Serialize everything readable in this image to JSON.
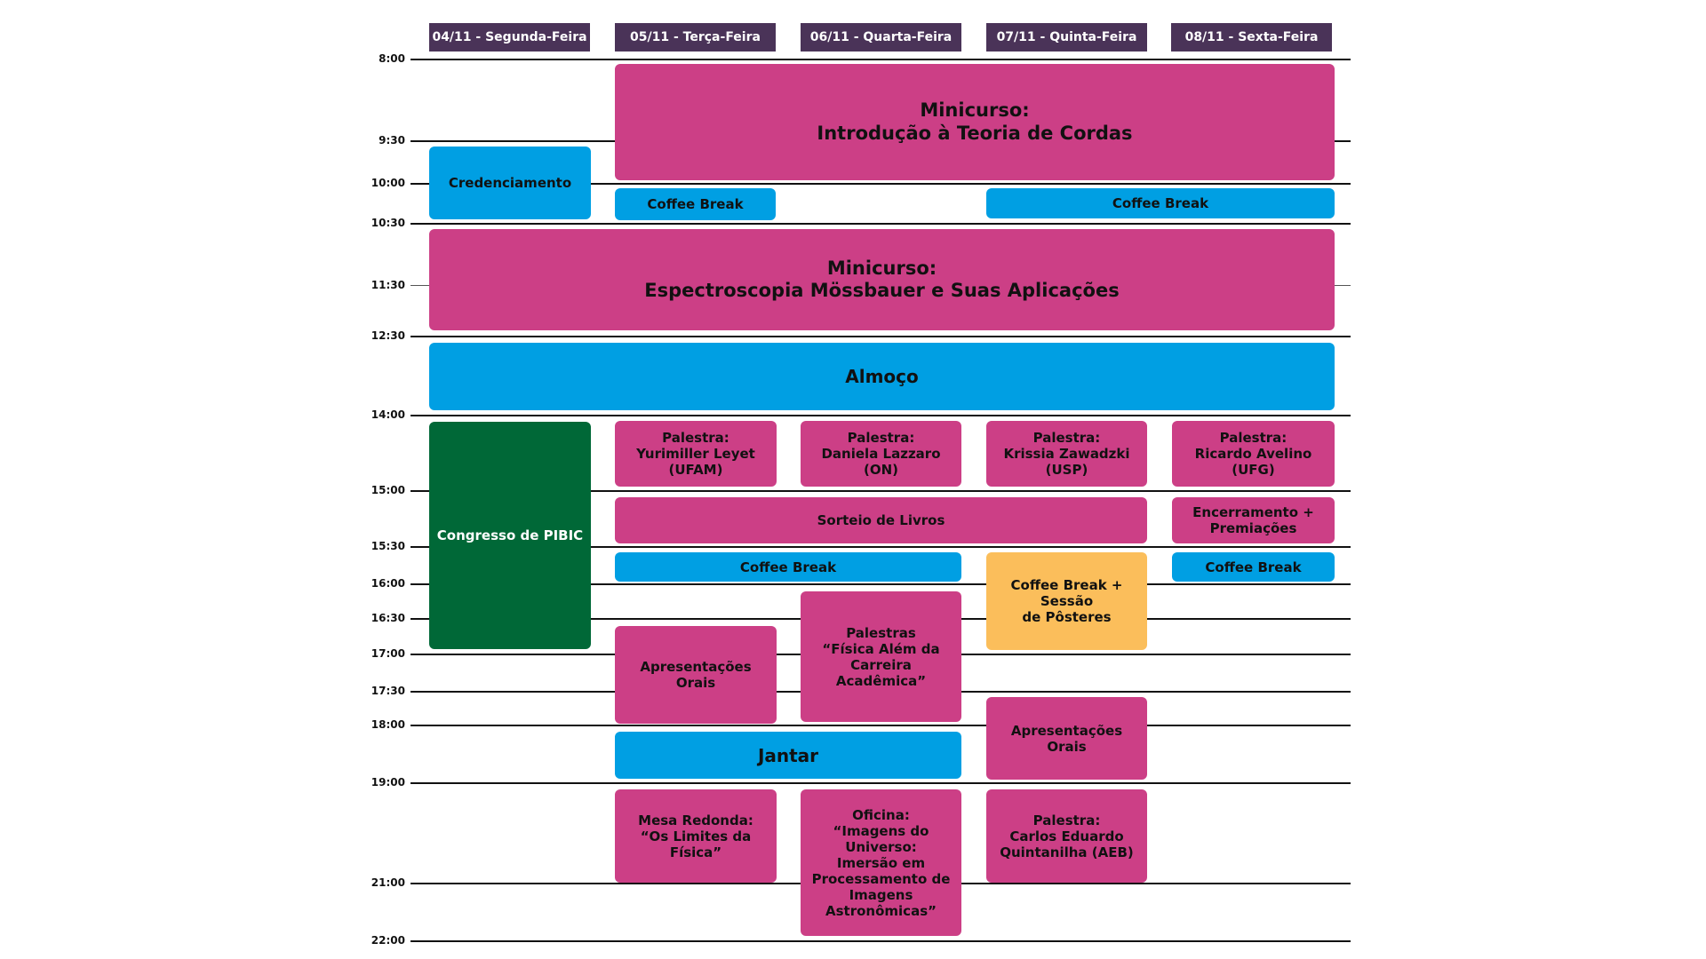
{
  "days": [
    "04/11 - Segunda-Feira",
    "05/11 - Terça-Feira",
    "06/11 - Quarta-Feira",
    "07/11 - Quinta-Feira",
    "08/11 - Sexta-Feira"
  ],
  "times": [
    "8:00",
    "9:30",
    "10:00",
    "10:30",
    "11:30",
    "12:30",
    "14:00",
    "15:00",
    "15:30",
    "16:00",
    "16:30",
    "17:00",
    "17:30",
    "18:00",
    "19:00",
    "21:00",
    "22:00"
  ],
  "events": {
    "minicurso_cordas": "Minicurso:\nIntrodução à Teoria de Cordas",
    "credenciamento": "Credenciamento",
    "coffee_tue_am": "Coffee Break",
    "coffee_thu_fri_am": "Coffee Break",
    "minicurso_mossbauer": "Minicurso:\nEspectroscopia Mössbauer e Suas Aplicações",
    "almoco": "Almoço",
    "congresso_pibic": "Congresso de PIBIC",
    "palestra_tue": "Palestra:\nYurimiller Leyet\n(UFAM)",
    "palestra_wed": "Palestra:\nDaniela Lazzaro (ON)",
    "palestra_thu": "Palestra:\nKrissia Zawadzki\n(USP)",
    "palestra_fri": "Palestra:\nRicardo Avelino\n(UFG)",
    "sorteio": "Sorteio de Livros",
    "encerramento": "Encerramento +\nPremiações",
    "coffee_tue_wed_pm": "Coffee Break",
    "coffee_posteres": "Coffee Break + Sessão\nde Pôsteres",
    "coffee_fri_pm": "Coffee Break",
    "palestras_fisica": "Palestras\n“Física Além da\nCarreira Acadêmica”",
    "apresentacoes_tue": "Apresentações Orais",
    "apresentacoes_thu": "Apresentações Orais",
    "jantar": "Jantar",
    "mesa_redonda": "Mesa Redonda:\n“Os Limites da Física”",
    "oficina": "Oficina:\n“Imagens do Universo:\nImersão em\nProcessamento de\nImagens\nAstronômicas”",
    "palestra_thu_night": "Palestra:\nCarlos Eduardo\nQuintanilha (AEB)"
  },
  "colors": {
    "header": "#4a3358",
    "pink": "#cc3f86",
    "blue": "#009fe3",
    "green": "#006837",
    "yellow": "#fbbe5b"
  }
}
